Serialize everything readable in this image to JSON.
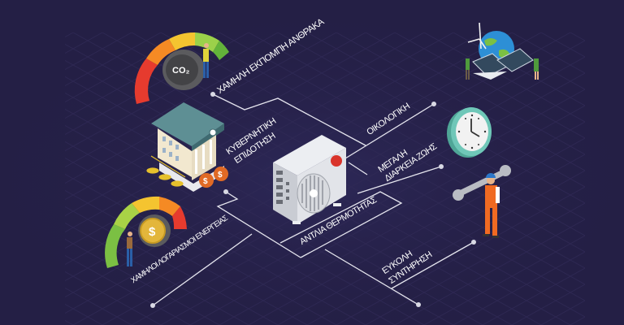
{
  "infographic": {
    "center": {
      "label": "ΑΝΤΛΙΑ ΘΕΡΜΟΤΗΤΑΣ",
      "icon": "heat-pump-outdoor-unit-icon"
    },
    "benefits": [
      {
        "id": "low-carbon",
        "label": "ΧΑΜΗΛΗ ΕΚΠΟΜΠΗ ΑΝΘΡΑΚΑ",
        "icon": "co2-gauge-icon"
      },
      {
        "id": "subsidy",
        "label_line1": "ΚΥΒΕΡΝΗΤΙΚΗ",
        "label_line2": "ΕΠΙΔΟΤΗΣΗ",
        "icon": "government-building-icon"
      },
      {
        "id": "low-bills",
        "label": "ΧΑΜΗΛΟΙ ΛΟΓΑΡΙΑΣΜΟΙ ΕΝΕΡΓΕΙΑΣ",
        "icon": "money-gauge-icon"
      },
      {
        "id": "eco",
        "label": "ΟΙΚΟΛΟΓΙΚΗ",
        "icon": "globe-solar-wind-icon"
      },
      {
        "id": "long-life",
        "label_line1": "ΜΕΓΑΛΗ",
        "label_line2": "ΔΙΑΡΚΕΙΑ ΖΩΗΣ",
        "icon": "clock-icon"
      },
      {
        "id": "easy-maintenance",
        "label_line1": "ΕΥΚΟΛΗ",
        "label_line2": "ΣΥΝΤΗΡΗΣΗ",
        "icon": "technician-wrench-icon"
      }
    ],
    "co2_text": "CO₂",
    "currency_symbol": "$"
  },
  "colors": {
    "background": "#241f45",
    "grid": "#332d5a",
    "lines": "#e8e8f0",
    "gauge_red": "#e63b2e",
    "gauge_orange": "#f58a24",
    "gauge_yellow": "#f4c430",
    "gauge_green": "#7bc043",
    "clock_teal": "#6fc7b8",
    "ac_red_dot": "#d9342b"
  }
}
